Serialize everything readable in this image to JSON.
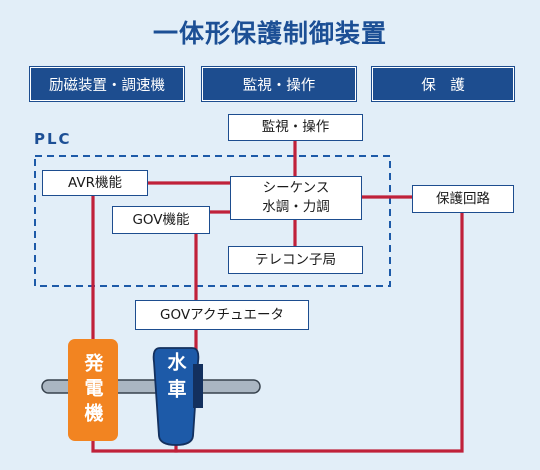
{
  "title": "一体形保護制御装置",
  "top_buttons": [
    "励磁装置・調速機",
    "監視・操作",
    "保　護"
  ],
  "plc_label": "PLC",
  "boxes": {
    "monitor": "監視・操作",
    "avr": "AVR機能",
    "sequence_line1": "シーケンス",
    "sequence_line2": "水調・力調",
    "gov": "GOV機能",
    "protection_circuit": "保護回路",
    "telecon": "テレコン子局",
    "gov_actuator": "GOVアクチュエータ"
  },
  "generator": "発電機",
  "turbine": "水車",
  "colors": {
    "background": "#e2eef8",
    "dark_blue": "#1d4d8f",
    "wire_red": "#c0213a",
    "generator_orange": "#f28421",
    "turbine_blue": "#1d5aa8"
  }
}
